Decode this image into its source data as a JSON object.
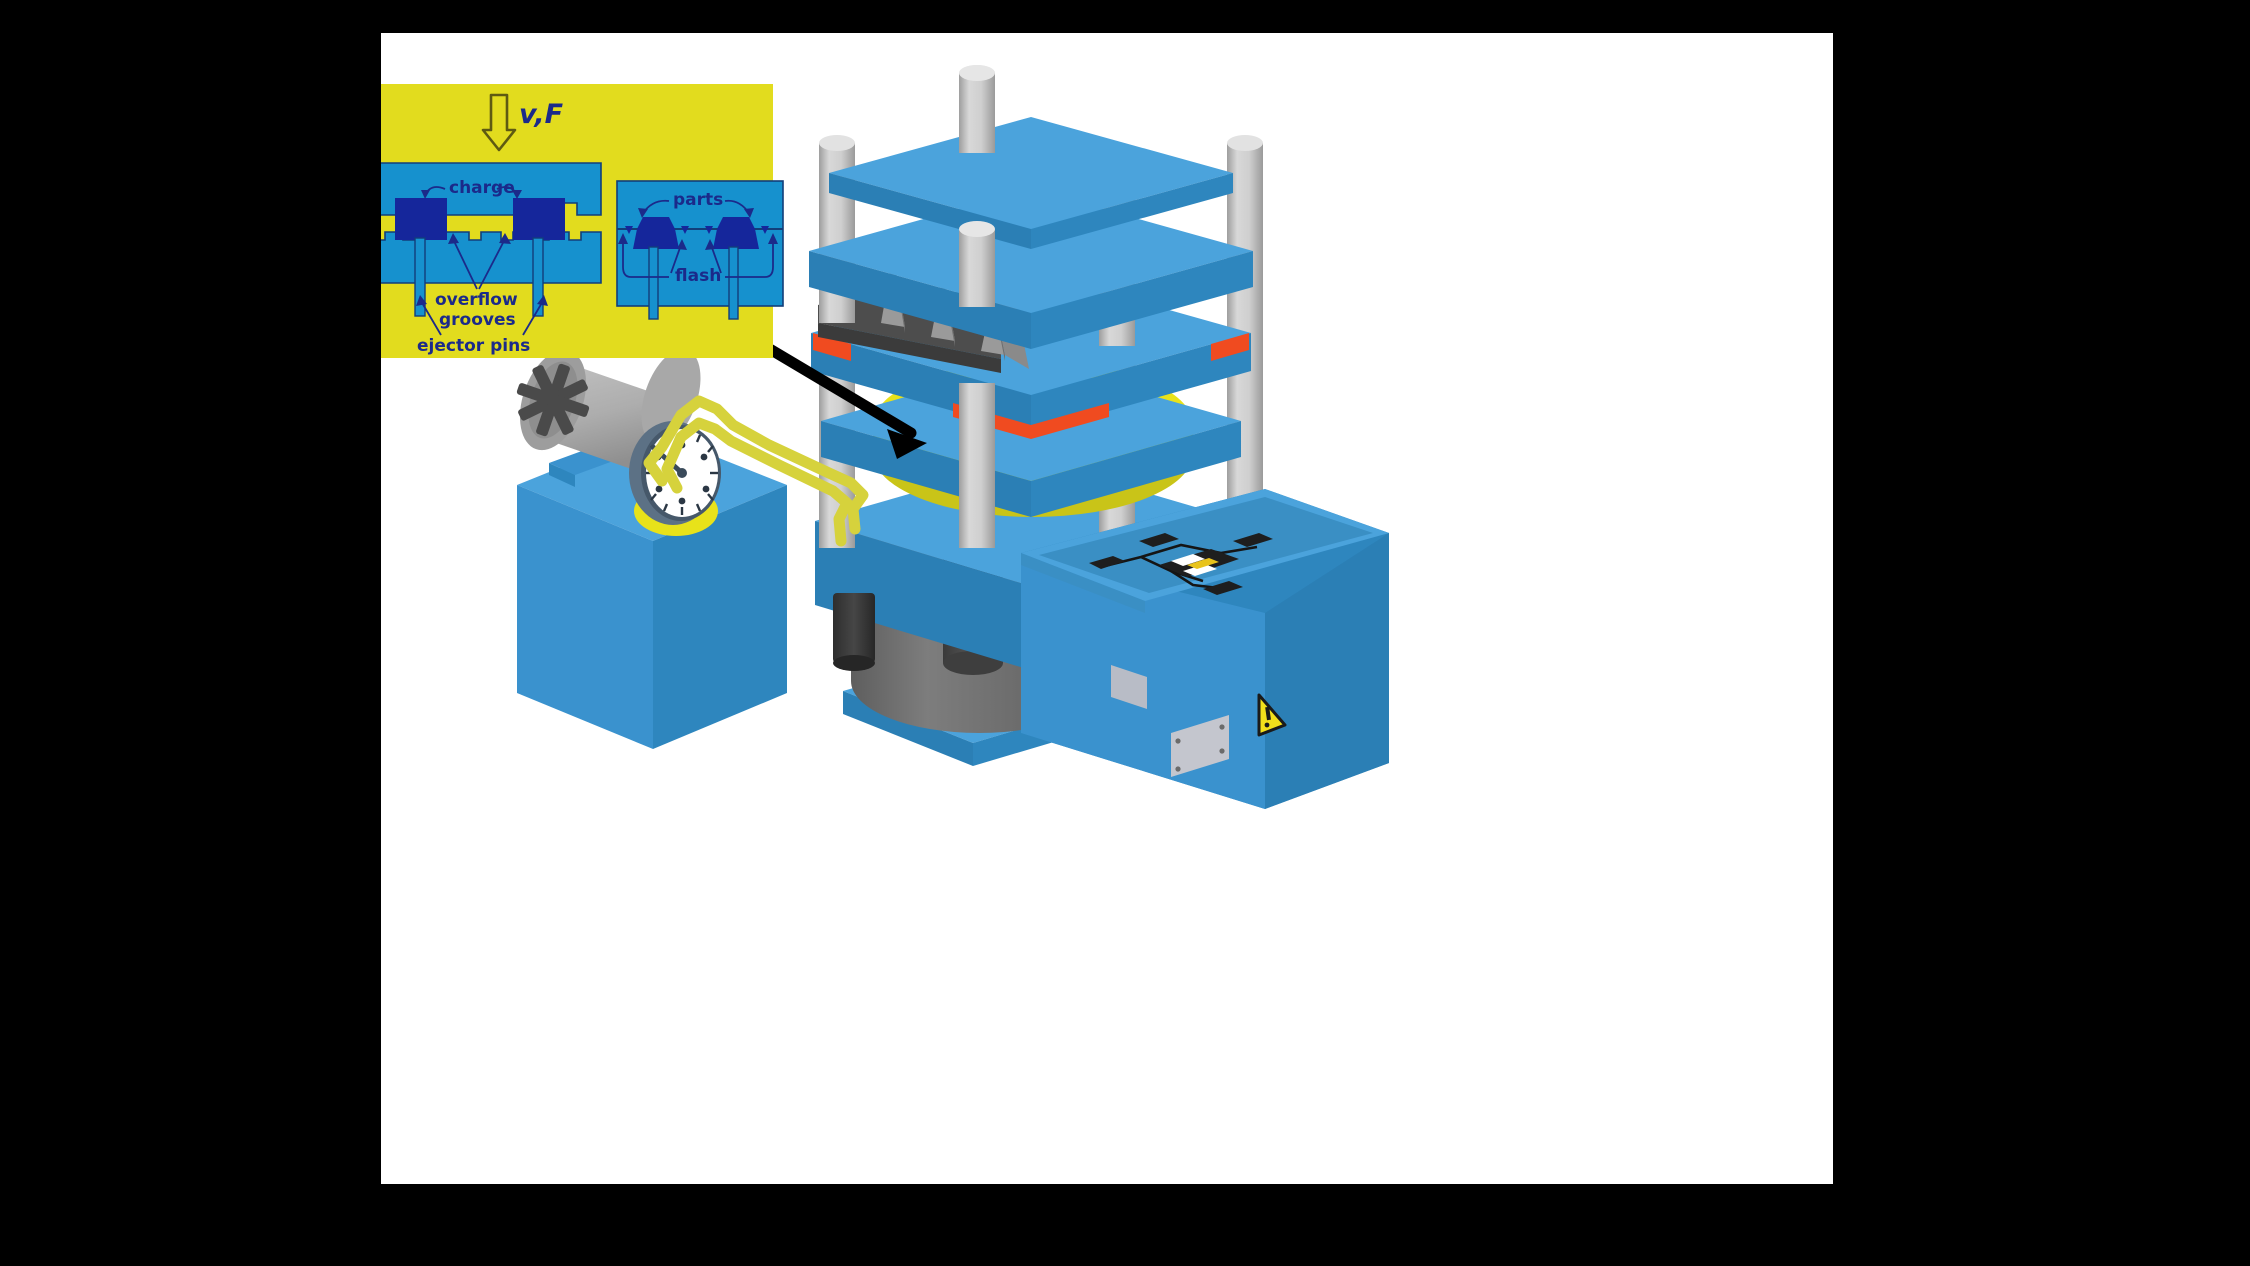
{
  "figure": {
    "title": "Compression molding press with mold cross-section inset",
    "canvas_bg": "#ffffff",
    "outer_bg": "#000000"
  },
  "inset": {
    "name": "mold-cross-section-inset",
    "bg_color": "#E2DC1E",
    "mold_color": "#1691CE",
    "charge_color": "#15269B",
    "label_color": "#1b2a8a",
    "force_label": "v,F",
    "left_panel": {
      "caption_charge": "charge",
      "caption_overflow": "overflow",
      "caption_grooves": "grooves",
      "caption_ejector": "ejector pins"
    },
    "right_panel": {
      "caption_parts": "parts",
      "caption_flash": "flash"
    }
  },
  "press": {
    "name": "hydraulic-compression-press",
    "plate_top_color": "#4BA3DC",
    "plate_side_color": "#2B7FB5",
    "plate_front_color": "#2E86BE",
    "column_color": "#CFCFCF",
    "column_shade": "#A9A9A9",
    "accent_color": "#F04B20",
    "comb_color": "#9A9A9A",
    "comb_dark": "#4D4D4D",
    "mold_disc_color": "#E8E21A",
    "mold_disc_side": "#C9C418",
    "cylinder_color": "#6E6E6E",
    "foot_color": "#3A3A3A",
    "tie_bar_count": 4,
    "comb_teeth": 4
  },
  "power_unit": {
    "name": "hydraulic-power-unit",
    "tank_top_color": "#4BA3DC",
    "tank_side_color": "#2E86BE",
    "motor_color": "#B3B3B3",
    "motor_face_color": "#9D9D9D",
    "fan_color": "#4A4A4A",
    "hose_color": "#D6D23C",
    "gauge": {
      "name": "pressure-gauge",
      "dial_color": "#ffffff",
      "bezel_color": "#5C7185",
      "needle_color": "#3A4A5A",
      "base_color": "#E8E21A",
      "stem_color": "#E8821A",
      "tick_count": 36
    }
  },
  "control_cabinet": {
    "name": "control-cabinet",
    "body_top_color": "#4BA3DC",
    "body_side_color": "#2E86BE",
    "body_front_color": "#2B7FB5",
    "panel_color": "#3A8FC4",
    "button_color": "#1E1E1E",
    "indicator_white": "#FFFFFF",
    "indicator_yellow": "#E8C31A",
    "nameplate_color": "#C4C6CE",
    "warning_color": "#F2DF1B",
    "warning_border": "#1A1A1A",
    "warning_glyph": "!",
    "button_count": 4,
    "screw_count": 4
  },
  "pointer": {
    "name": "callout-arrow",
    "color": "#000000",
    "from": "inset-bottom-right",
    "to": "mold-disc"
  }
}
